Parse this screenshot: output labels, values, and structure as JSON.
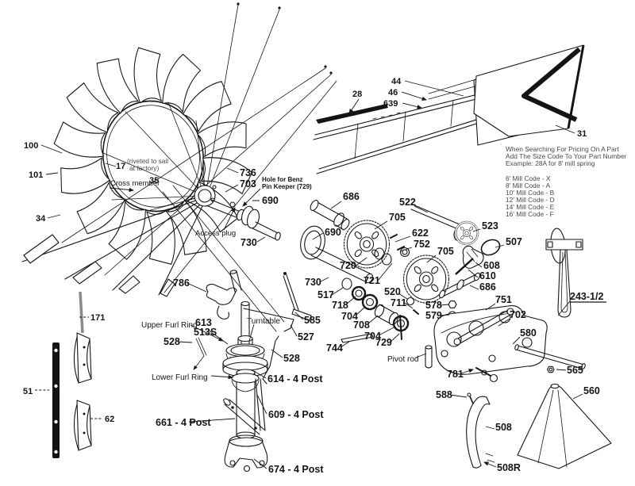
{
  "pricing_note": {
    "line1": "When Searching For Pricing On A Part",
    "line2": "Add The Size Code To Your Part Number",
    "line3": "Example: 28A for 8' mill spring",
    "codes": [
      "6' Mill Code  -  X",
      "8' Mill Code  -  A",
      "10' Mill Code - B",
      "12' Mill Code - D",
      "14' Mill Code - E",
      "16' Mill Code - F"
    ]
  },
  "labels": {
    "wheel": {
      "n100": "100",
      "n101": "101",
      "n17": "17",
      "rivet1": "(riveted to sail",
      "rivet2": "at factory)",
      "cross_member": "Cross member",
      "n35": "35",
      "n34": "34",
      "n736": "736",
      "n703": "703",
      "hole1": "Hole for Benz",
      "hole2": "Pin Keeper (729)",
      "n690": "690",
      "access_plug": "Access plug",
      "n730": "730"
    },
    "vane": {
      "n28": "28",
      "n44": "44",
      "n46": "46",
      "n639": "639",
      "n31": "31"
    },
    "gears": {
      "n686a": "686",
      "n522": "522",
      "n705a": "705",
      "n523": "523",
      "n690b": "690",
      "n622": "622",
      "n752": "752",
      "n507": "507",
      "n705b": "705",
      "n608": "608",
      "n610": "610",
      "n720": "720",
      "n721": "721",
      "n730b": "730",
      "n686b": "686",
      "n517": "517",
      "n520": "520",
      "n711": "711",
      "n578": "578",
      "n579": "579",
      "n751": "751",
      "n718": "718",
      "n704a": "704",
      "n702": "702",
      "n708": "708",
      "n704b": "704",
      "n729": "729",
      "n744": "744",
      "n580": "580",
      "pivot_rod": "Pivot rod",
      "n781": "781"
    },
    "tower": {
      "n786": "786",
      "upper_furl_ring": "Upper Furl Ring",
      "n613": "613",
      "n513s": "513S",
      "turntable": "Turntable",
      "n528a": "528",
      "n585": "585",
      "n527": "527",
      "n528b": "528",
      "lower_furl_ring": "Lower  Furl Ring",
      "n614": "614 - 4 Post",
      "n609": "609 - 4 Post",
      "n661": "661  - 4 Post",
      "n674": "674 - 4 Post"
    },
    "left_parts": {
      "n171": "171",
      "n51": "51",
      "n62": "62"
    },
    "right_parts": {
      "n243": "243-1/2",
      "n565": "565",
      "n560": "560",
      "n588": "588",
      "n508": "508",
      "n508r": "508R"
    }
  }
}
